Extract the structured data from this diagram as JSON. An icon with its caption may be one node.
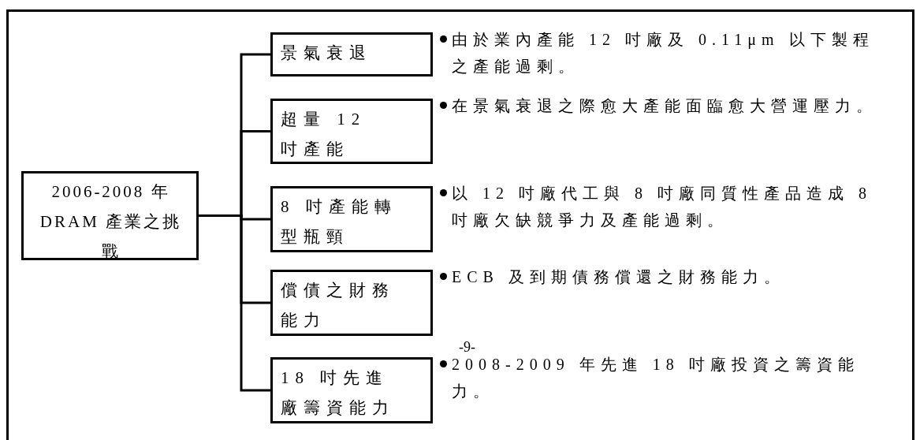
{
  "diagram": {
    "nodes": [
      {
        "text": [
          "2006-2008 年DRAM 產業之挑戰"
        ]
      },
      {
        "text": [
          "景氣衰退"
        ],
        "beside": [
          "由於業內產能 12 吋廠及 0.11μm 以下製程之產能過剩。"
        ]
      },
      {
        "text": [
          "超量 12 吋產能"
        ],
        "beside": [
          "在景氣衰退之際愈大產能面臨愈大營運壓力。"
        ]
      },
      {
        "text": [
          "8 吋產能轉型瓶頸"
        ],
        "beside": [
          "以 12 吋廠代工與 8 吋廠同質性產品造成 8 吋廠欠缺競爭力及產能過剩。"
        ]
      },
      {
        "text": [
          "償債之財務能力"
        ],
        "beside": [
          "ECB 及到期債務償還之財務能力。"
        ]
      },
      {
        "text": [
          "18 吋先進廠籌資能力"
        ],
        "beside": [
          "2008-2009 年先進 18 吋廠投資之籌資能力。"
        ]
      }
    ],
    "edges": [
      {
        "from": 0,
        "to": 1,
        "arrow": "none"
      },
      {
        "from": 0,
        "to": 2,
        "arrow": "none"
      },
      {
        "from": 0,
        "to": 3,
        "arrow": "none"
      },
      {
        "from": 0,
        "to": 4,
        "arrow": "none"
      },
      {
        "from": 0,
        "to": 5,
        "arrow": "none"
      }
    ],
    "labels": [
      "-9-"
    ]
  }
}
